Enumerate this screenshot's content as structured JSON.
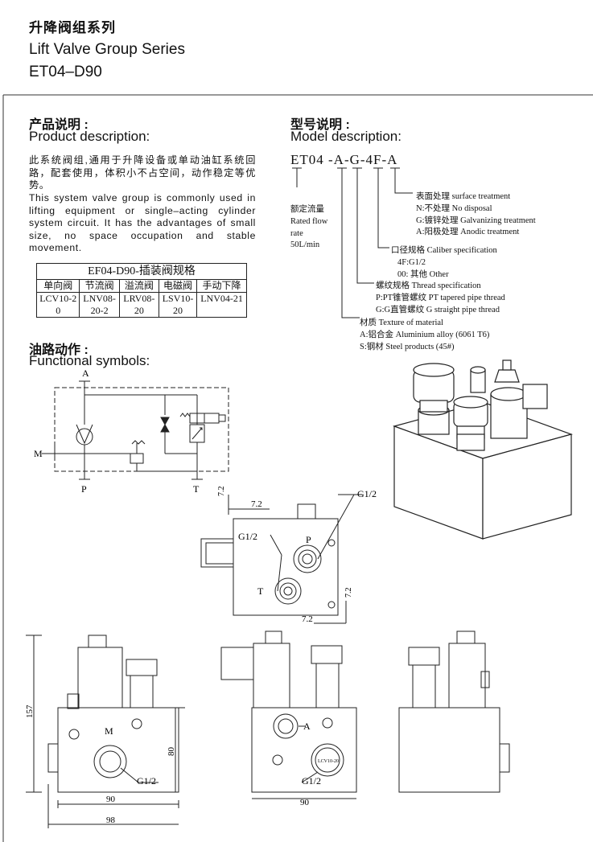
{
  "header": {
    "title_cn": "升降阀组系列",
    "title_en": "Lift Valve Group Series",
    "model": "ET04–D90"
  },
  "product": {
    "heading_cn": "产品说明 :",
    "heading_en": "Product description:",
    "text_cn": "此系统阀组,通用于升降设备或单动油缸系统回路，配套使用，体积小不占空间，动作稳定等优势。",
    "text_en": "This system valve group is commonly used in lifting equipment or single–acting cylinder system circuit. It has the advantages of small size, no space occupation and stable movement."
  },
  "spec_table": {
    "title": "EF04-D90-插装阀规格",
    "headers": [
      "单向阀",
      "节流阀",
      "溢流阀",
      "电磁阀",
      "手动下降"
    ],
    "values": [
      "LCV10-20",
      "LNV08-20-2",
      "LRV08-20",
      "LSV10-20",
      "LNV04-21"
    ]
  },
  "functional": {
    "heading_cn": "油路动作 :",
    "heading_en": "Functional symbols:",
    "labels": {
      "a": "A",
      "m": "M",
      "p": "P",
      "t": "T"
    }
  },
  "model": {
    "heading_cn": "型号说明 :",
    "heading_en": "Model description:",
    "code": "ET04 -A-G-4F-A",
    "rated": [
      "额定流量",
      "Rated flow",
      "rate",
      "50L/min"
    ],
    "surface": [
      "表面处理 surface treatment",
      "N:不处理 No disposal",
      "G:镀锌处理 Galvanizing treatment",
      "A:阳极处理 Anodic treatment"
    ],
    "caliber": [
      "口径规格 Caliber specification",
      "4F:G1/2",
      "00: 其他 Other"
    ],
    "thread": [
      "螺纹规格 Thread specification",
      "P:PT锥管螺纹 PT tapered pipe thread",
      "G:G直管螺纹 G straight pipe thread"
    ],
    "material": [
      "材质 Texture of material",
      "A:铝合金 Aluminium alloy  (6061 T6)",
      "S:钢材 Steel products  (45#)"
    ]
  },
  "drawing": {
    "dim_72": "7.2",
    "port_g12": "G1/2",
    "port_p": "P",
    "port_t": "T",
    "port_m": "M",
    "port_a": "A",
    "dim_157": "157",
    "dim_80": "80",
    "dim_90": "90",
    "dim_98": "98",
    "valve_label": "LCV10-20"
  },
  "colors": {
    "line": "#222222",
    "border": "#333333"
  }
}
